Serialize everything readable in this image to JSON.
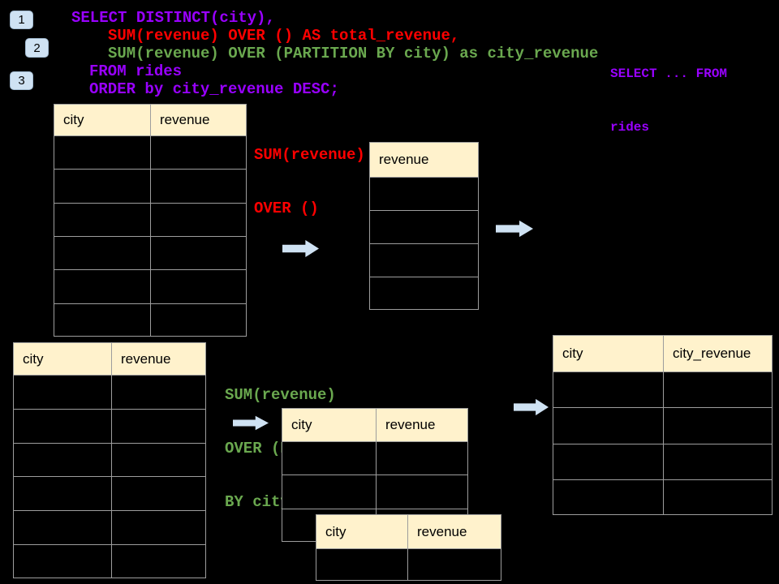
{
  "colors": {
    "purple": "#9901ff",
    "red": "#ff0000",
    "green": "#6aa84f",
    "header_fill": "#fff2cc",
    "arrow_fill": "#cfe2f3",
    "badge_fill": "#cfe2f3",
    "table_border": "#9d9d9d",
    "background": "#000000"
  },
  "badges": {
    "step1": "1",
    "step2": "2",
    "step3": "3"
  },
  "sql": {
    "lines": [
      {
        "text": "SELECT DISTINCT(city),",
        "color": "purple"
      },
      {
        "text": "SUM(revenue) OVER () AS total_revenue,",
        "color": "red"
      },
      {
        "text": "SUM(revenue) OVER (PARTITION BY city) as city_revenue",
        "color": "green"
      },
      {
        "text": "FROM rides",
        "color": "purple"
      },
      {
        "text": "ORDER by city_revenue DESC;",
        "color": "purple"
      }
    ]
  },
  "side_note": {
    "color": "purple",
    "lines": [
      "SELECT ... FROM",
      "rides"
    ]
  },
  "annotations": {
    "total": {
      "color": "red",
      "lines": [
        "SUM(revenue)",
        "OVER ()"
      ]
    },
    "partition": {
      "color": "green",
      "lines": [
        "SUM(revenue)",
        "OVER (PARTITION",
        "BY city)"
      ]
    }
  },
  "tables": {
    "source_top": {
      "columns": [
        "city",
        "revenue"
      ],
      "row_count": 6
    },
    "total_revenue": {
      "columns": [
        "revenue"
      ],
      "row_count": 4
    },
    "source_bottom": {
      "columns": [
        "city",
        "revenue"
      ],
      "row_count": 6
    },
    "partition_group": {
      "columns": [
        "city",
        "revenue"
      ],
      "row_count": 3
    },
    "partition_group_front": {
      "columns": [
        "city",
        "revenue"
      ],
      "row_count": 1
    },
    "result": {
      "columns": [
        "city",
        "city_revenue"
      ],
      "row_count": 4
    }
  }
}
